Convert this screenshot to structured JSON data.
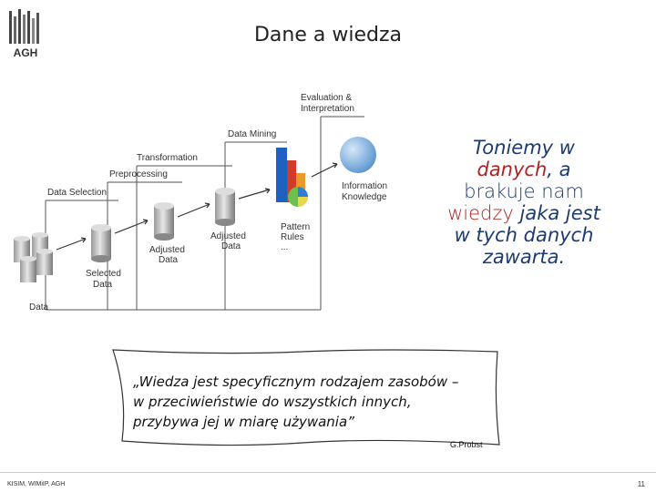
{
  "logo_text": "AGH",
  "title": "Dane a wiedza",
  "diagram": {
    "stages": [
      {
        "label": "Data"
      },
      {
        "label_lines": [
          "Selected",
          "Data"
        ]
      },
      {
        "label_lines": [
          "Adjusted",
          "Data"
        ]
      },
      {
        "label_lines": [
          "Adjusted",
          "Data"
        ]
      },
      {
        "label_lines": [
          "Pattern",
          "Rules",
          "..."
        ]
      },
      {
        "label_lines": [
          "Information",
          "Knowledge"
        ]
      }
    ],
    "steps": [
      "Data Selection",
      "Preprocessing",
      "Transformation",
      "Data Mining"
    ],
    "evaluation_lines": [
      "Evaluation &",
      "Interpretation"
    ]
  },
  "side_text": {
    "l1": "Toniemy w",
    "l2a": "danych",
    "l2b": ", a",
    "l3": "brakuje nam",
    "l4a": "wiedzy",
    "l4b": " jaka jest",
    "l5": "w tych danych",
    "l6": "zawarta."
  },
  "quote": {
    "line1": "„Wiedza jest specyficznym rodzajem zasobów –",
    "line2": "w przeciwieństwie do wszystkich innych,",
    "line3": "przybywa jej w miarę używania”",
    "author": "G.Probst"
  },
  "footer": {
    "left": "KISIM, WIMiIP, AGH",
    "page": "11"
  },
  "colors": {
    "accent_red": "#b22222",
    "text_blue": "#1f3b6e",
    "sphere_blue": "#6fa8dc"
  }
}
